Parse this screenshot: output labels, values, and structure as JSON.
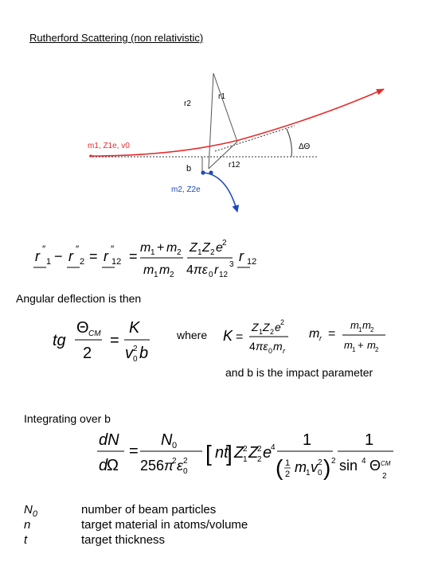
{
  "title": "Rutherford Scattering (non relativistic)",
  "diagram": {
    "label_r1": "r1",
    "label_r2": "r2",
    "label_r12": "r12",
    "label_b": "b",
    "label_delta_theta": "ΔΘ",
    "label_particle1": "m1, Z1e, v0",
    "label_particle2": "m2, Z2e",
    "colors": {
      "projectile": "#e8292a",
      "target": "#1f4bb8",
      "guide": "#555555"
    }
  },
  "text": {
    "angular": "Angular deflection is then",
    "where": "where",
    "impact": "and b is the impact parameter",
    "integrating": "Integrating over b"
  },
  "legend": [
    {
      "symbol": "N0",
      "description": "number of beam particles"
    },
    {
      "symbol": "n",
      "description": "target material in atoms/volume"
    },
    {
      "symbol": "t",
      "description": "target thickness"
    }
  ]
}
